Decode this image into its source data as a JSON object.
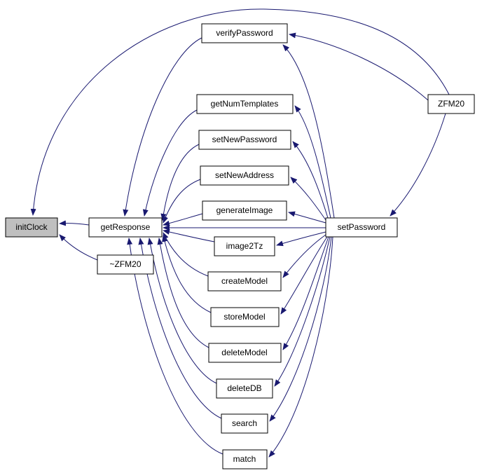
{
  "graph": {
    "kind": "doxygen-caller-graph",
    "root": "initClock",
    "colors": {
      "background": "#ffffff",
      "edge": "#191970",
      "node_border": "#000000",
      "node_fill": "#ffffff",
      "root_node_fill": "#bfbfbf",
      "text": "#000000"
    },
    "nodes": [
      {
        "label": "initClock",
        "is_root": true
      },
      {
        "label": "getResponse"
      },
      {
        "label": "~ZFM20"
      },
      {
        "label": "verifyPassword"
      },
      {
        "label": "getNumTemplates"
      },
      {
        "label": "setNewPassword"
      },
      {
        "label": "setNewAddress"
      },
      {
        "label": "generateImage"
      },
      {
        "label": "image2Tz"
      },
      {
        "label": "createModel"
      },
      {
        "label": "storeModel"
      },
      {
        "label": "deleteModel"
      },
      {
        "label": "deleteDB"
      },
      {
        "label": "search"
      },
      {
        "label": "match"
      },
      {
        "label": "setPassword"
      },
      {
        "label": "ZFM20"
      }
    ],
    "edges": [
      {
        "from": "getResponse",
        "to": "initClock"
      },
      {
        "from": "~ZFM20",
        "to": "initClock"
      },
      {
        "from": "ZFM20",
        "to": "initClock"
      },
      {
        "from": "verifyPassword",
        "to": "getResponse"
      },
      {
        "from": "getNumTemplates",
        "to": "getResponse"
      },
      {
        "from": "setNewPassword",
        "to": "getResponse"
      },
      {
        "from": "setNewAddress",
        "to": "getResponse"
      },
      {
        "from": "generateImage",
        "to": "getResponse"
      },
      {
        "from": "image2Tz",
        "to": "getResponse"
      },
      {
        "from": "createModel",
        "to": "getResponse"
      },
      {
        "from": "storeModel",
        "to": "getResponse"
      },
      {
        "from": "deleteModel",
        "to": "getResponse"
      },
      {
        "from": "deleteDB",
        "to": "getResponse"
      },
      {
        "from": "search",
        "to": "getResponse"
      },
      {
        "from": "match",
        "to": "getResponse"
      },
      {
        "from": "setPassword",
        "to": "getResponse"
      },
      {
        "from": "setPassword",
        "to": "verifyPassword"
      },
      {
        "from": "setPassword",
        "to": "getNumTemplates"
      },
      {
        "from": "setPassword",
        "to": "setNewPassword"
      },
      {
        "from": "setPassword",
        "to": "setNewAddress"
      },
      {
        "from": "setPassword",
        "to": "generateImage"
      },
      {
        "from": "setPassword",
        "to": "image2Tz"
      },
      {
        "from": "setPassword",
        "to": "createModel"
      },
      {
        "from": "setPassword",
        "to": "storeModel"
      },
      {
        "from": "setPassword",
        "to": "deleteModel"
      },
      {
        "from": "setPassword",
        "to": "deleteDB"
      },
      {
        "from": "setPassword",
        "to": "search"
      },
      {
        "from": "setPassword",
        "to": "match"
      },
      {
        "from": "ZFM20",
        "to": "verifyPassword"
      },
      {
        "from": "ZFM20",
        "to": "setPassword"
      }
    ]
  }
}
